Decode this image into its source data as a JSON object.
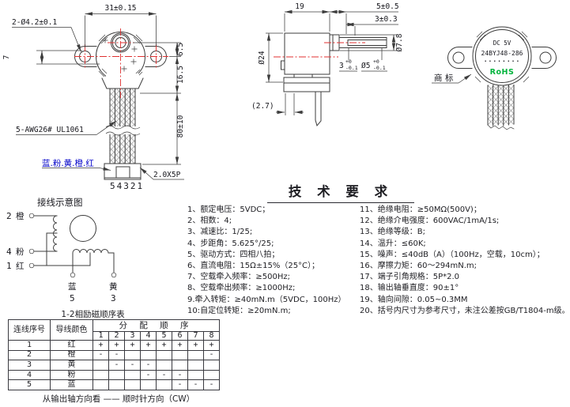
{
  "colors": {
    "line": "#3c3c3c",
    "red": "#e03030",
    "ink": "#17171d",
    "blue": "#0000c8",
    "green": "#00b43c"
  },
  "front_view": {
    "dim_width_top": "31±0.15",
    "dim_mount_holes": "2-Ø4.2±0.1",
    "dim_offset_7": "7",
    "dim_6_5": "6.5",
    "dim_16_5": "16.5",
    "dim_lead_length": "80±10",
    "wire_spec": "5-AWG26# UL1061",
    "wire_colors": "蓝.粉.黄.橙.红",
    "pin_numbers": "54321",
    "connector_spec": "2.0X5P"
  },
  "side_view": {
    "dim_body_length": "19",
    "dim_shaft_len": "5±0.5",
    "dim_boss_len": "3±0.3",
    "dim_body_dia": "Ø24",
    "dim_boss_dia": "Ø7.8",
    "dim_flat_len": "3",
    "dim_flat_tol_sup": "+0",
    "dim_flat_tol_sub": "-0.1",
    "dim_shaft_dia": "Ø5",
    "dim_shaft_tol_sup": "+0",
    "dim_shaft_tol_sub": "-0.1",
    "dim_bracket": "(2.7)"
  },
  "face_view": {
    "label_line1": "DC 5V",
    "label_line2": "24BYJ48-286",
    "label_dots": "········",
    "label_rohs": "RoHS",
    "trademark_label": "商 标"
  },
  "wiring": {
    "title": "接线示意图",
    "t2_num": "2",
    "t2_color": "橙",
    "t4_num": "4",
    "t4_color": "粉",
    "t1_num": "1",
    "t1_color": "红",
    "t5_color": "蓝",
    "t5_num": "5",
    "t3_color": "黄",
    "t3_num": "3"
  },
  "tech": {
    "title": "技 术 要 求",
    "items_left": [
      "1、额定电压：5VDC；",
      "2、相数：4;",
      "3、减速比：1/25;",
      "4、步距角：5.625°/25;",
      "5、驱动方式：四相八拍；",
      "6、直流电阻：15Ω±15%（25°C）；",
      "7、空载牵入频率：≥500Hz;",
      "8、空载牵出频率：≥1000Hz;",
      "9.牵入转矩：≥40mN.m（5VDC，100Hz）",
      "10:自定位转矩：≥20mN.m;"
    ],
    "items_right": [
      "11、绝缘电阻：≥50MΩ(500V)；",
      "12、绝缘介电强度：600VAC/1mA/1s;",
      "13、绝缘等级：B;",
      "14、温升：≤60K;",
      "15、噪声：≤40dB（A）（100Hz，空载，10cm）；",
      "16、摩擦力矩：60～294mN.m;",
      "17、端子引角规格：5P*2.0",
      "18、输出轴垂直度：90±1°",
      "19、轴向间隙：0.05~0.3MM",
      "20、括号内尺寸为参考尺寸，未注公差按GB/T1804-m级。"
    ]
  },
  "sequence_table": {
    "title": "1-2相励磁顺序表",
    "header_wire_no": "连线序号",
    "header_wire_color": "导线颜色",
    "header_sequence": "分 配 顺 序",
    "steps": [
      "1",
      "2",
      "3",
      "4",
      "5",
      "6",
      "7",
      "8"
    ],
    "rows": [
      {
        "no": "1",
        "color": "红",
        "cells": [
          "+",
          "+",
          "+",
          "+",
          "+",
          "+",
          "+",
          "+"
        ]
      },
      {
        "no": "2",
        "color": "橙",
        "cells": [
          "-",
          "-",
          "",
          "",
          "",
          "",
          "",
          "-"
        ]
      },
      {
        "no": "3",
        "color": "黄",
        "cells": [
          "",
          "-",
          "-",
          "-",
          "",
          "",
          "",
          ""
        ]
      },
      {
        "no": "4",
        "color": "粉",
        "cells": [
          "",
          "",
          "",
          "-",
          "-",
          "-",
          "",
          ""
        ]
      },
      {
        "no": "5",
        "color": "蓝",
        "cells": [
          "",
          "",
          "",
          "",
          "",
          "-",
          "-",
          "-"
        ]
      }
    ],
    "footer": "从输出轴方向看 —— 顺时针方向（CW）"
  }
}
